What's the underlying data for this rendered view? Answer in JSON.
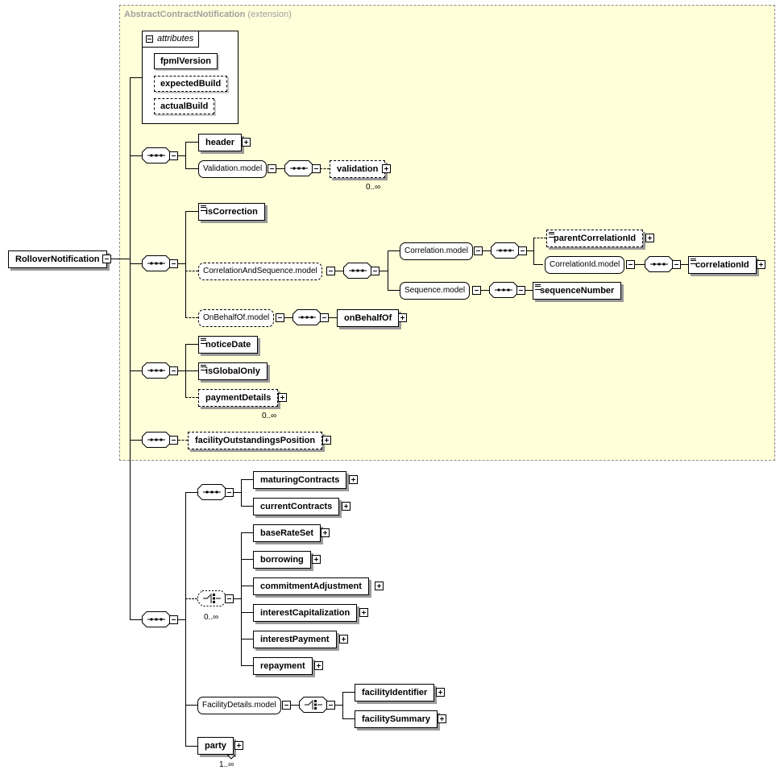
{
  "extension": {
    "name": "AbstractContractNotification",
    "suffix": "(extension)"
  },
  "root": {
    "label": "RolloverNotification"
  },
  "attributes": {
    "label": "attributes",
    "items": [
      "fpmlVersion",
      "expectedBuild",
      "actualBuild"
    ]
  },
  "nodes": {
    "header": "header",
    "validation_model": "Validation.model",
    "validation": "validation",
    "validation_card": "0..∞",
    "isCorrection": "isCorrection",
    "corr_seq_model": "CorrelationAndSequence.model",
    "correlation_model": "Correlation.model",
    "parentCorrelationId": "parentCorrelationId",
    "correlationId_model": "CorrelationId.model",
    "correlationId": "correlationId",
    "sequence_model": "Sequence.model",
    "sequenceNumber": "sequenceNumber",
    "onBehalfOf_model": "OnBehalfOf.model",
    "onBehalfOf": "onBehalfOf",
    "noticeDate": "noticeDate",
    "isGlobalOnly": "isGlobalOnly",
    "paymentDetails": "paymentDetails",
    "paymentDetails_card": "0..∞",
    "facilityOutstandingsPosition": "facilityOutstandingsPosition",
    "maturingContracts": "maturingContracts",
    "currentContracts": "currentContracts",
    "choice_card": "0..∞",
    "baseRateSet": "baseRateSet",
    "borrowing": "borrowing",
    "commitmentAdjustment": "commitmentAdjustment",
    "interestCapitalization": "interestCapitalization",
    "interestPayment": "interestPayment",
    "repayment": "repayment",
    "facilityDetails_model": "FacilityDetails.model",
    "facilityIdentifier": "facilityIdentifier",
    "facilitySummary": "facilitySummary",
    "party": "party",
    "party_card": "1..∞"
  },
  "colors": {
    "extension_bg": "#ffffd9",
    "extension_border": "#8c8c8c",
    "shadow": "#9a9a9a"
  }
}
